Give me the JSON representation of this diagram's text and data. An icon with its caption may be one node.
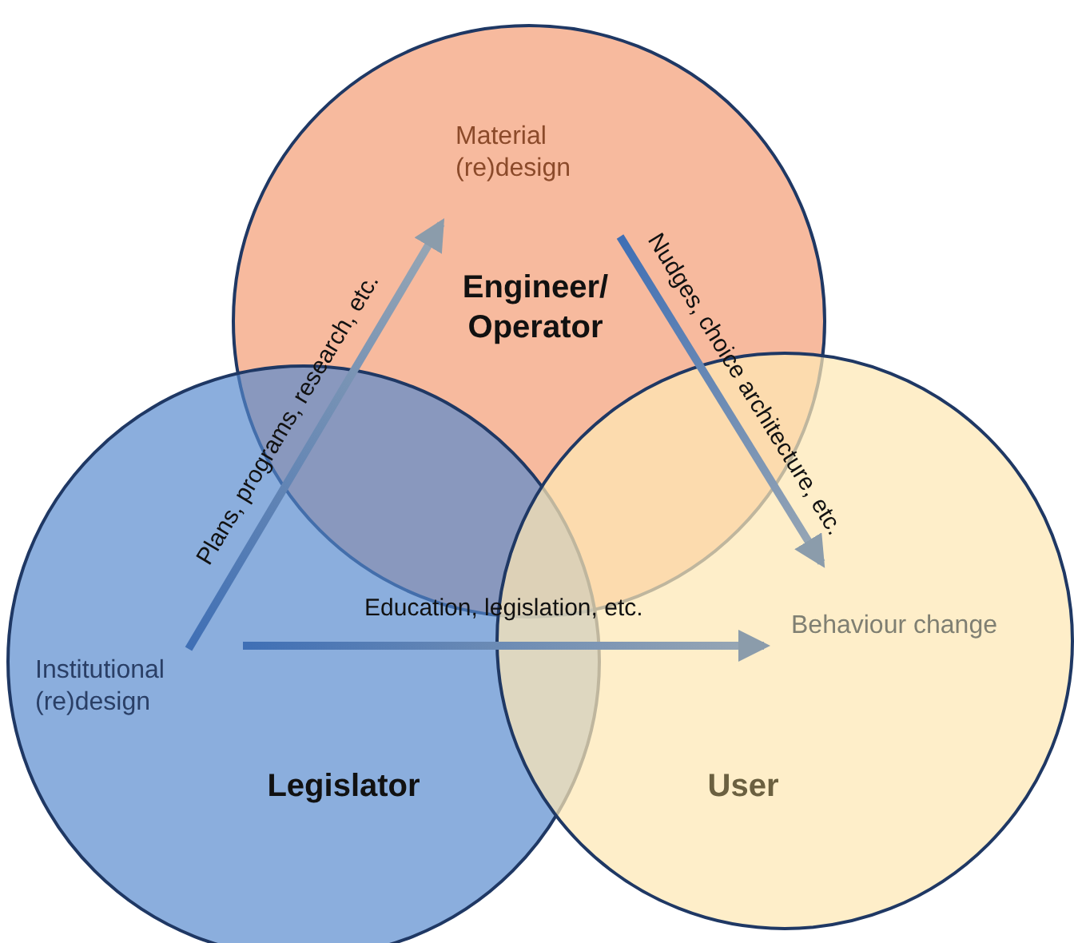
{
  "diagram": {
    "nodes": [
      {
        "text": [
          "Engineer/ Operator"
        ]
      },
      {
        "text": [
          "Legislator"
        ]
      },
      {
        "text": [
          "User"
        ]
      },
      {
        "text": [
          "Material (re)design"
        ],
        "in": 0
      },
      {
        "text": [
          "Institutional (re)design"
        ],
        "in": 1
      },
      {
        "text": [
          "Behaviour change"
        ],
        "in": 2
      }
    ],
    "edges": [
      {
        "from": 4,
        "to": 3,
        "arrow": "to",
        "label": "Plans, programs, research, etc."
      },
      {
        "from": 3,
        "to": 5,
        "arrow": "to",
        "label": "Nudges, choice architecture, etc."
      },
      {
        "from": 4,
        "to": 5,
        "arrow": "to",
        "label": "Education, legislation, etc."
      }
    ]
  }
}
